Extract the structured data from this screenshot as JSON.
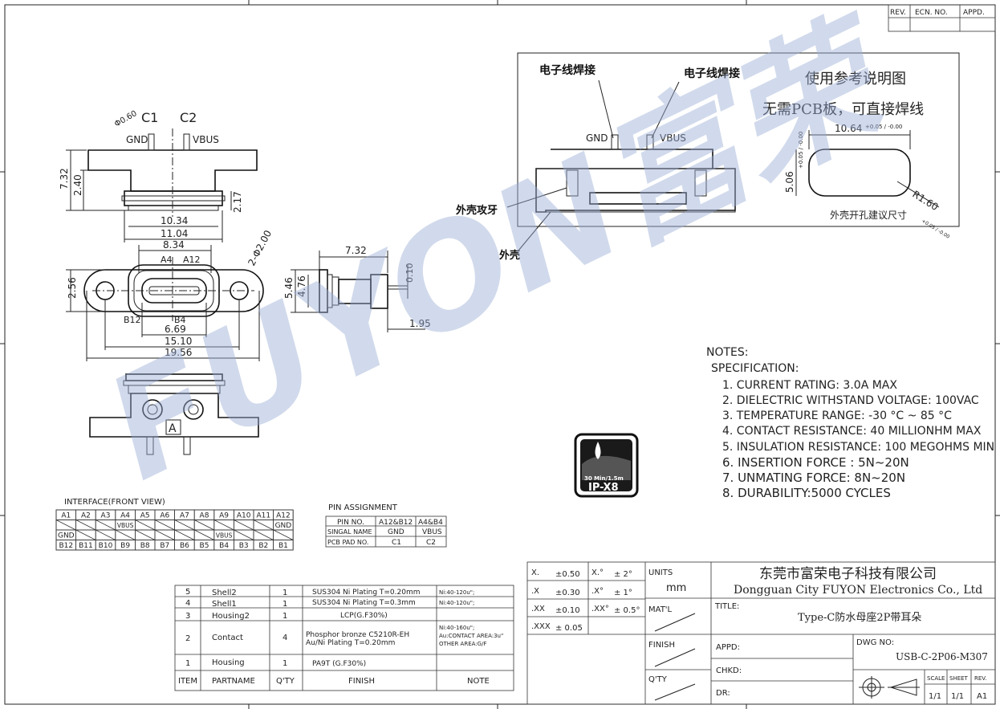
{
  "revision_block": {
    "rev": "REV.",
    "ecn": "ECN. NO.",
    "appd": "APPD."
  },
  "front_view": {
    "dim_phi": "Φ0.60",
    "c1": "C1",
    "c2": "C2",
    "gnd": "GND",
    "vbus": "VBUS",
    "d_732": "7.32",
    "d_240": "2.40",
    "d_217": "2.17",
    "d_1034": "10.34",
    "d_1104": "11.04",
    "d_834": "8.34",
    "d_2phi": "2-Φ2.00",
    "d_256": "2.56",
    "a4": "A4",
    "a12": "A12",
    "b12": "B12",
    "b4": "B4",
    "d_669": "6.69",
    "d_1510": "15.10",
    "d_1956": "19.56",
    "mark_a": "A"
  },
  "side_view": {
    "d_732": "7.32",
    "d_546": "5.46",
    "d_476": "4.76",
    "d_010": "0.10",
    "d_195": "1.95"
  },
  "reference": {
    "label_wire_left": "电子线焊接",
    "label_wire_right": "电子线焊接",
    "title": "使用参考说明图",
    "subtitle": "无需PCB板，可直接焊线",
    "gnd": "GND",
    "vbus": "VBUS",
    "d_1064": "10.64",
    "d_1064_tol": "+0.05 / -0.00",
    "d_506": "5.06",
    "d_506_tol": "+0.05 / -0.00",
    "d_r160": "R1.60",
    "d_r160_tol": "+0.05 / -0.00",
    "label_shell_tap": "外壳攻牙",
    "label_shell": "外壳",
    "label_cutout": "外壳开孔建议尺寸"
  },
  "notes": {
    "heading": "NOTES:",
    "spec": "SPECIFICATION:",
    "items": [
      "1. CURRENT RATING: 3.0A MAX",
      "2. DIELECTRIC WITHSTAND VOLTAGE: 100VAC",
      "3. TEMPERATURE RANGE: -30 °C ~ 85 °C",
      "4. CONTACT RESISTANCE: 40 MILLIONHM MAX",
      "5. INSULATION RESISTANCE: 100 MEGOHMS MIN",
      "6. INSERTION FORCE : 5N~20N",
      "7. UNMATING FORCE: 8N~20N",
      "8. DURABILITY:5000 CYCLES"
    ]
  },
  "ip_badge": {
    "line1": "30 Min/1.5m",
    "line2": "IP-X8"
  },
  "watermark": "FUYON富荣",
  "interface": {
    "title": "INTERFACE(FRONT VIEW)",
    "top": [
      "A1",
      "A2",
      "A3",
      "A4",
      "A5",
      "A6",
      "A7",
      "A8",
      "A9",
      "A10",
      "A11",
      "A12"
    ],
    "row2": [
      "",
      "",
      "",
      "VBUS",
      "",
      "",
      "",
      "",
      "",
      "",
      "",
      "GND"
    ],
    "row3": [
      "GND",
      "",
      "",
      "",
      "",
      "",
      "",
      "",
      "VBUS",
      "",
      "",
      ""
    ],
    "bottom": [
      "B12",
      "B11",
      "B10",
      "B9",
      "B8",
      "B7",
      "B6",
      "B5",
      "B4",
      "B3",
      "B2",
      "B1"
    ]
  },
  "pin_assignment": {
    "title": "PIN ASSIGNMENT",
    "header": [
      "PIN NO.",
      "A12&B12",
      "A4&B4"
    ],
    "row1": [
      "SINGAL NAME",
      "GND",
      "VBUS"
    ],
    "row2": [
      "PCB PAD NO.",
      "C1",
      "C2"
    ]
  },
  "bom": {
    "rows": [
      {
        "item": "5",
        "part": "Shell2",
        "qty": "1",
        "finish": "SUS304  Ni   Plating  T=0.20mm",
        "note": "Ni:40-120u\";"
      },
      {
        "item": "4",
        "part": "Shell1",
        "qty": "1",
        "finish": "SUS304  Ni   Plating  T=0.3mm",
        "note": "Ni:40-120u\";"
      },
      {
        "item": "3",
        "part": "Housing2",
        "qty": "1",
        "finish": "LCP(G.F30%)",
        "note": ""
      },
      {
        "item": "2",
        "part": "Contact",
        "qty": "4",
        "finish": "Phosphor  bronze  C5210R-EH|Au/Ni   Plating   T=0.20mm",
        "note": "Ni:40-160u\";|Au:CONTACT AREA:3u\"|OTHER AREA:G/F"
      },
      {
        "item": "1",
        "part": "Housing",
        "qty": "1",
        "finish": "PA9T  (G.F30%)",
        "note": ""
      }
    ],
    "header": {
      "item": "ITEM",
      "part": "PARTNAME",
      "qty": "Q'TY",
      "finish": "FINISH",
      "note": "NOTE"
    }
  },
  "title_block": {
    "tol": [
      [
        "X.",
        "±0.50",
        "X.°",
        "± 2°"
      ],
      [
        ".X",
        "±0.30",
        ".X°",
        "± 1°"
      ],
      [
        ".XX",
        "±0.10",
        ".XX°",
        "± 0.5°"
      ],
      [
        ".XXX",
        "± 0.05",
        "",
        ""
      ]
    ],
    "units_label": "UNITS",
    "units": "mm",
    "matl": "MAT'L",
    "finish": "FINISH",
    "qty": "Q'TY",
    "company_cn": "东莞市富荣电子科技有限公司",
    "company_en": "Dongguan City FUYON Electronics Co., Ltd",
    "title_label": "TITLE:",
    "title": "Type-C防水母座2P带耳朵",
    "appd": "APPD:",
    "chkd": "CHKD:",
    "dr": "DR:",
    "dwg_label": "DWG NO:",
    "dwg_no": "USB-C-2P06-M307",
    "scale_label": "SCALE",
    "sheet_label": "SHEET",
    "rev_label": "REV.",
    "scale": "1/1",
    "sheet": "1/1",
    "rev": "A1"
  }
}
